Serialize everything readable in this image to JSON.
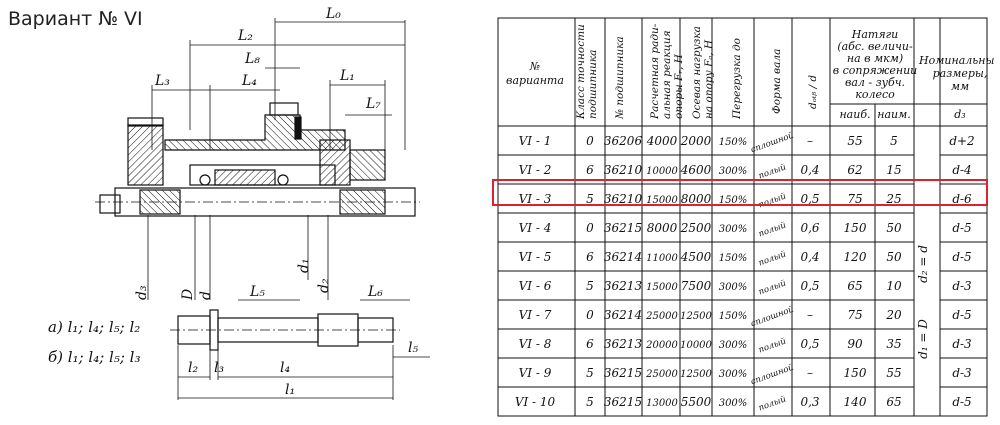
{
  "page_title": "Вариант № VI",
  "drawing": {
    "labels": {
      "L0": "L₀",
      "L2": "L₂",
      "L8": "L₈",
      "L3": "L₃",
      "L4": "L₄",
      "L1": "L₁",
      "L7": "L₇",
      "L5": "L₅",
      "L6": "L₆",
      "d3": "d₃",
      "D": "D",
      "d": "d",
      "d1": "d₁",
      "d2": "d₂",
      "l1": "l₁",
      "l2": "l₂",
      "l3": "l₃",
      "l4": "l₄",
      "l5": "l₅"
    },
    "legend_a": "а) l₁; l₄; l₅; l₂",
    "legend_b": "б) l₁; l₄; l₅; l₃"
  },
  "table": {
    "headers": {
      "variant": [
        "№",
        "варианта"
      ],
      "accuracy": [
        "Класс точности",
        "подшипника"
      ],
      "bearing": [
        "№ подшипника"
      ],
      "radial": [
        "Расчетная ради-",
        "альная реакция",
        "опоры Fᵣ, Н"
      ],
      "axial": [
        "Осевая нагрузка",
        "на опору Fₐ, Н"
      ],
      "overload": [
        "Перегрузка до"
      ],
      "shape": [
        "Форма вала"
      ],
      "ratio": [
        "dₒₜᵦ / d"
      ],
      "interference": [
        "Натяги",
        "(абс. величи-",
        "на в мкм)",
        "в сопряжении",
        "вал - зубч.",
        "колесо"
      ],
      "naib": "наиб.",
      "naim": "наим.",
      "nominal": [
        "Номинальные",
        "размеры,",
        "мм"
      ],
      "d3": "d₃"
    },
    "merged": {
      "d2_eq": "d₂ = d",
      "d1_eq": "d₁ = D"
    },
    "rows": [
      {
        "variant": "VI - 1",
        "accuracy": "0",
        "bearing": "36206",
        "fr": "4000",
        "fa": "2000",
        "overload": "150%",
        "shape": "сплошной",
        "ratio": "–",
        "naib": "55",
        "naim": "5",
        "d3": "d+2"
      },
      {
        "variant": "VI - 2",
        "accuracy": "6",
        "bearing": "36210",
        "fr": "10000",
        "fa": "4600",
        "overload": "300%",
        "shape": "полый",
        "ratio": "0,4",
        "naib": "62",
        "naim": "15",
        "d3": "d-4"
      },
      {
        "variant": "VI - 3",
        "accuracy": "5",
        "bearing": "36210",
        "fr": "15000",
        "fa": "8000",
        "overload": "150%",
        "shape": "полый",
        "ratio": "0,5",
        "naib": "75",
        "naim": "25",
        "d3": "d-6"
      },
      {
        "variant": "VI - 4",
        "accuracy": "0",
        "bearing": "36215",
        "fr": "8000",
        "fa": "2500",
        "overload": "300%",
        "shape": "полый",
        "ratio": "0,6",
        "naib": "150",
        "naim": "50",
        "d3": "d-5"
      },
      {
        "variant": "VI - 5",
        "accuracy": "6",
        "bearing": "36214",
        "fr": "11000",
        "fa": "4500",
        "overload": "150%",
        "shape": "полый",
        "ratio": "0,4",
        "naib": "120",
        "naim": "50",
        "d3": "d-5"
      },
      {
        "variant": "VI - 6",
        "accuracy": "5",
        "bearing": "36213",
        "fr": "15000",
        "fa": "7500",
        "overload": "300%",
        "shape": "полый",
        "ratio": "0,5",
        "naib": "65",
        "naim": "10",
        "d3": "d-3"
      },
      {
        "variant": "VI - 7",
        "accuracy": "0",
        "bearing": "36214",
        "fr": "25000",
        "fa": "12500",
        "overload": "150%",
        "shape": "сплошной",
        "ratio": "–",
        "naib": "75",
        "naim": "20",
        "d3": "d-5"
      },
      {
        "variant": "VI - 8",
        "accuracy": "6",
        "bearing": "36213",
        "fr": "20000",
        "fa": "10000",
        "overload": "300%",
        "shape": "полый",
        "ratio": "0,5",
        "naib": "90",
        "naim": "35",
        "d3": "d-3"
      },
      {
        "variant": "VI - 9",
        "accuracy": "5",
        "bearing": "36215",
        "fr": "25000",
        "fa": "12500",
        "overload": "300%",
        "shape": "сплошной",
        "ratio": "–",
        "naib": "150",
        "naim": "55",
        "d3": "d-3"
      },
      {
        "variant": "VI - 10",
        "accuracy": "5",
        "bearing": "36215",
        "fr": "13000",
        "fa": "5500",
        "overload": "300%",
        "shape": "полый",
        "ratio": "0,3",
        "naib": "140",
        "naim": "65",
        "d3": "d-5"
      }
    ],
    "highlight_color": "#d9232e"
  }
}
